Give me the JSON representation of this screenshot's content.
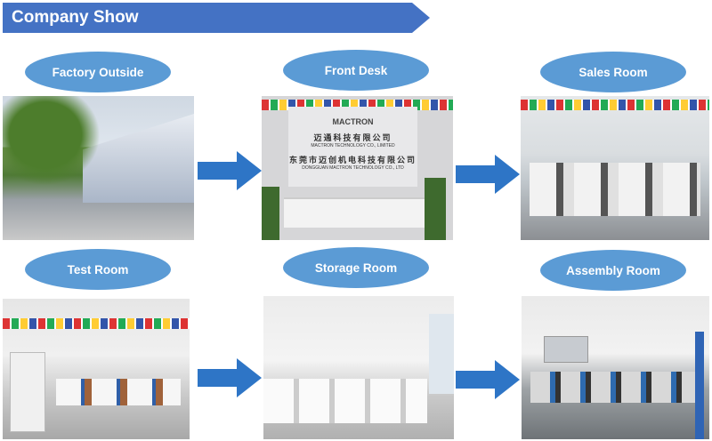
{
  "header": {
    "title": "Company Show"
  },
  "sections": [
    {
      "label": "Factory Outside"
    },
    {
      "label": "Front Desk"
    },
    {
      "label": "Sales Room"
    },
    {
      "label": "Test Room"
    },
    {
      "label": "Storage Room"
    },
    {
      "label": "Assembly Room"
    }
  ],
  "front_desk_sign": {
    "logo": "MACTRON",
    "cn1": "迈通科技有限公司",
    "en1": "MACTRON TECHNOLOGY CO., LIMITED",
    "cn2": "东莞市迈创机电科技有限公司",
    "en2": "DONGGUAN MACTRON TECHNOLOGY CO., LTD"
  },
  "colors": {
    "banner": "#4472c4",
    "pill": "#5b9bd5",
    "arrow": "#2e75c6"
  }
}
